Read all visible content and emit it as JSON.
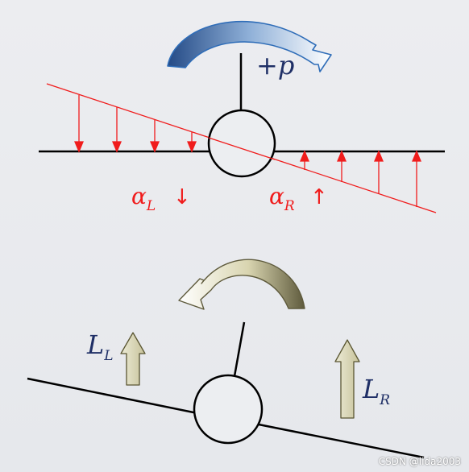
{
  "top": {
    "roll_label": "+p",
    "alpha_left": {
      "symbol": "α",
      "sub": "L",
      "arrow": "↓"
    },
    "alpha_right": {
      "symbol": "α",
      "sub": "R",
      "arrow": "↑"
    }
  },
  "bottom": {
    "lift_left": {
      "symbol": "L",
      "sub": "L"
    },
    "lift_right": {
      "symbol": "L",
      "sub": "R"
    }
  },
  "watermark": "CSDN @lida2003",
  "colors": {
    "red": "#f01c1c",
    "navy": "#1f2f66",
    "roll_arrow_blue": "#2f6db8",
    "lift_arrow_khaki": "#d8d4ae"
  }
}
